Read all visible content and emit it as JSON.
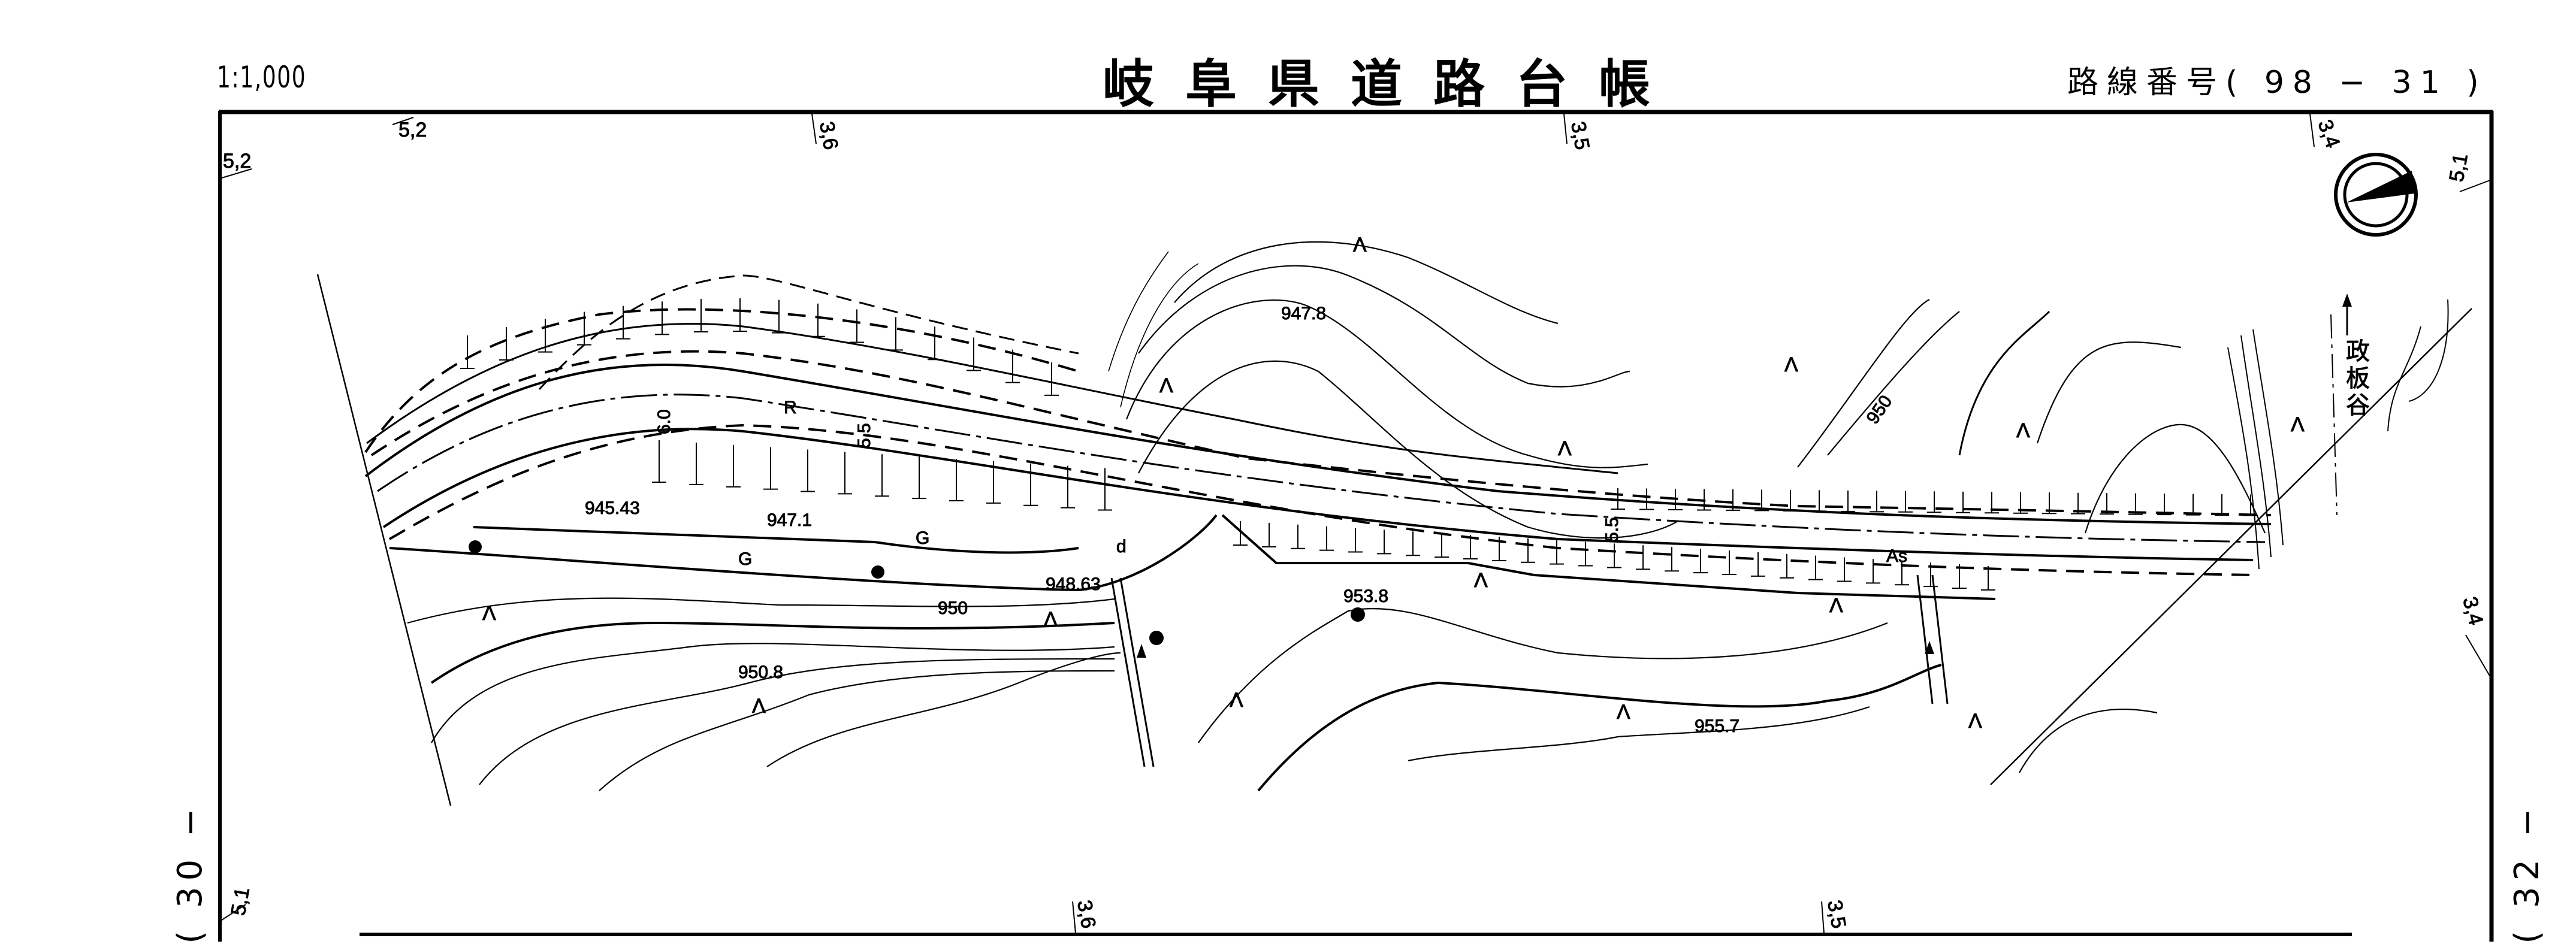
{
  "header": {
    "scale": "1:1,000",
    "title": "岐阜県道路台帳",
    "route_number_label": "路線番号",
    "route_number": "( 98 − 31 )"
  },
  "sheet_connectors": {
    "left": "( 30 −",
    "right": "( 32 −"
  },
  "edge_labels": {
    "top_left_corner": "5,2",
    "top_1": "5,2",
    "top_2": "3,6",
    "top_3": "3,5",
    "top_4": "3,4",
    "right_top": "5,1",
    "right_mid": "3,4",
    "bottom_left_corner": "5,1",
    "bottom_1": "3,6",
    "bottom_2": "3,5"
  },
  "map": {
    "elevation_points": [
      "947.8",
      "945.43",
      "947.1",
      "948.63",
      "950.8",
      "953.8",
      "955.7"
    ],
    "contour_labels": [
      "950",
      "950"
    ],
    "road_widths": [
      "6.0",
      "5.5",
      "5.5"
    ],
    "surface_labels": [
      "R",
      "As"
    ],
    "feature_labels": [
      "G",
      "G",
      "d"
    ],
    "place_name": "政板谷",
    "vegetation_symbol": "Λ",
    "north_arrow": "north-arrow"
  }
}
